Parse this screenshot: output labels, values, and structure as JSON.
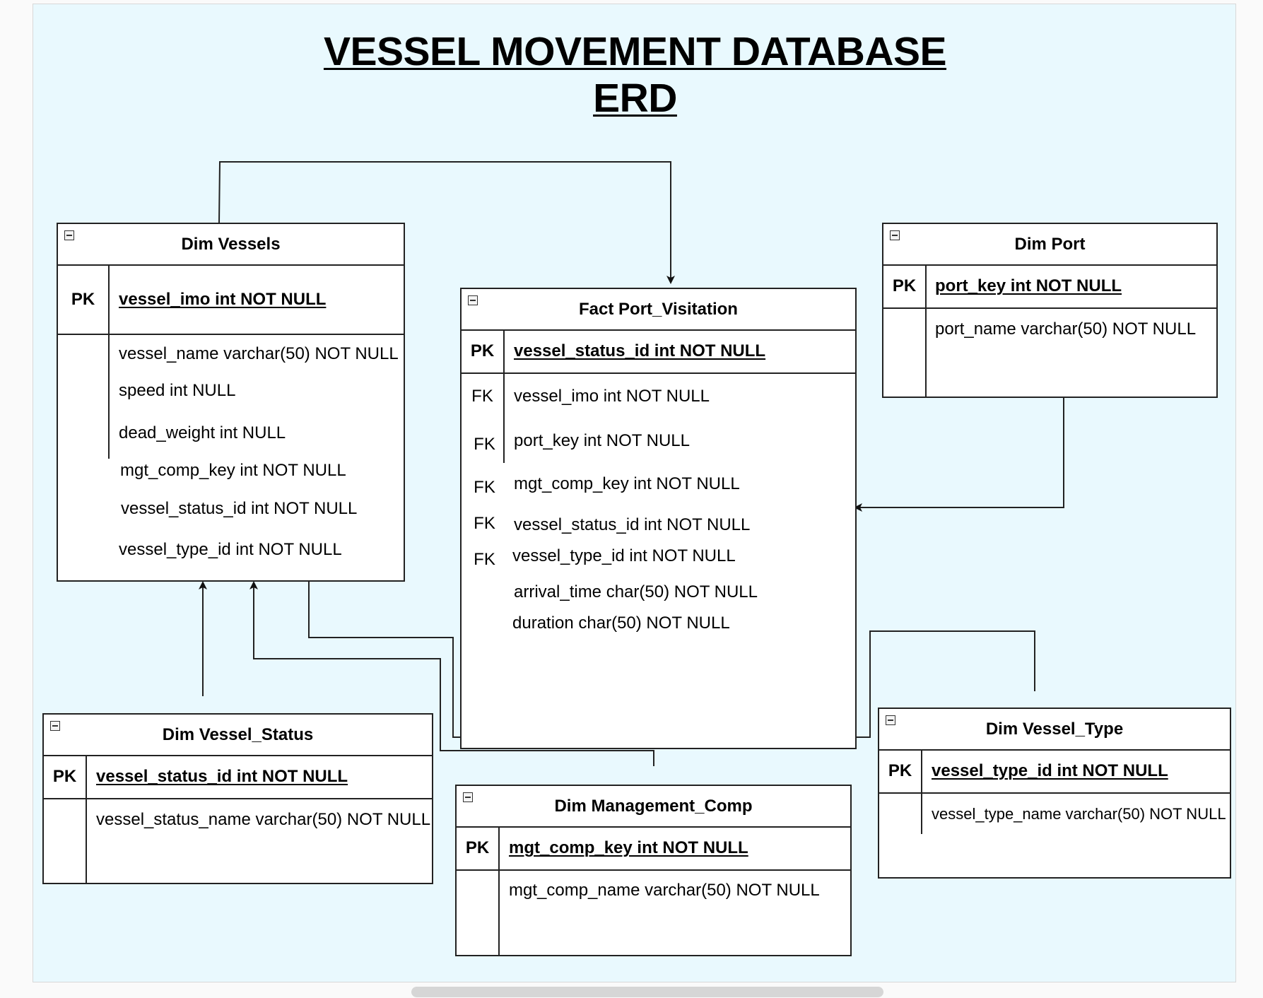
{
  "title": {
    "line1": "VESSEL MOVEMENT DATABASE",
    "line2": "ERD"
  },
  "entities": {
    "dim_vessels": {
      "name": "Dim Vessels",
      "pk_label": "PK",
      "pk": "vessel_imo int NOT NULL",
      "attributes": [
        "vessel_name varchar(50) NOT NULL",
        "speed int NULL",
        "dead_weight int NULL",
        "mgt_comp_key int NOT NULL",
        "vessel_status_id int NOT NULL",
        "vessel_type_id int NOT NULL"
      ]
    },
    "fact_port_visitation": {
      "name": "Fact Port_Visitation",
      "pk_label": "PK",
      "pk": "vessel_status_id int NOT NULL",
      "fk_label": "FK",
      "attributes": [
        "vessel_imo int NOT NULL",
        "port_key int NOT NULL",
        "mgt_comp_key int NOT NULL",
        "vessel_status_id int NOT NULL",
        "vessel_type_id int NOT NULL",
        "arrival_time char(50) NOT NULL",
        "duration char(50) NOT NULL"
      ]
    },
    "dim_port": {
      "name": "Dim Port",
      "pk_label": "PK",
      "pk": "port_key int NOT NULL",
      "attributes": [
        "port_name varchar(50) NOT NULL"
      ]
    },
    "dim_vessel_status": {
      "name": "Dim Vessel_Status",
      "pk_label": "PK",
      "pk": "vessel_status_id int NOT NULL",
      "attributes": [
        "vessel_status_name varchar(50) NOT NULL"
      ]
    },
    "dim_management_comp": {
      "name": "Dim Management_Comp",
      "pk_label": "PK",
      "pk": "mgt_comp_key int NOT NULL",
      "attributes": [
        "mgt_comp_name varchar(50) NOT NULL"
      ]
    },
    "dim_vessel_type": {
      "name": "Dim Vessel_Type",
      "pk_label": "PK",
      "pk": "vessel_type_id int NOT NULL",
      "attributes": [
        "vessel_type_name varchar(50) NOT NULL"
      ]
    }
  },
  "icons": {
    "collapse": "collapse-minus-icon",
    "arrowhead": "arrowhead-icon"
  },
  "colors": {
    "canvas_background": "#e9f9fe",
    "entity_background": "#ffffff",
    "line": "#222222"
  }
}
